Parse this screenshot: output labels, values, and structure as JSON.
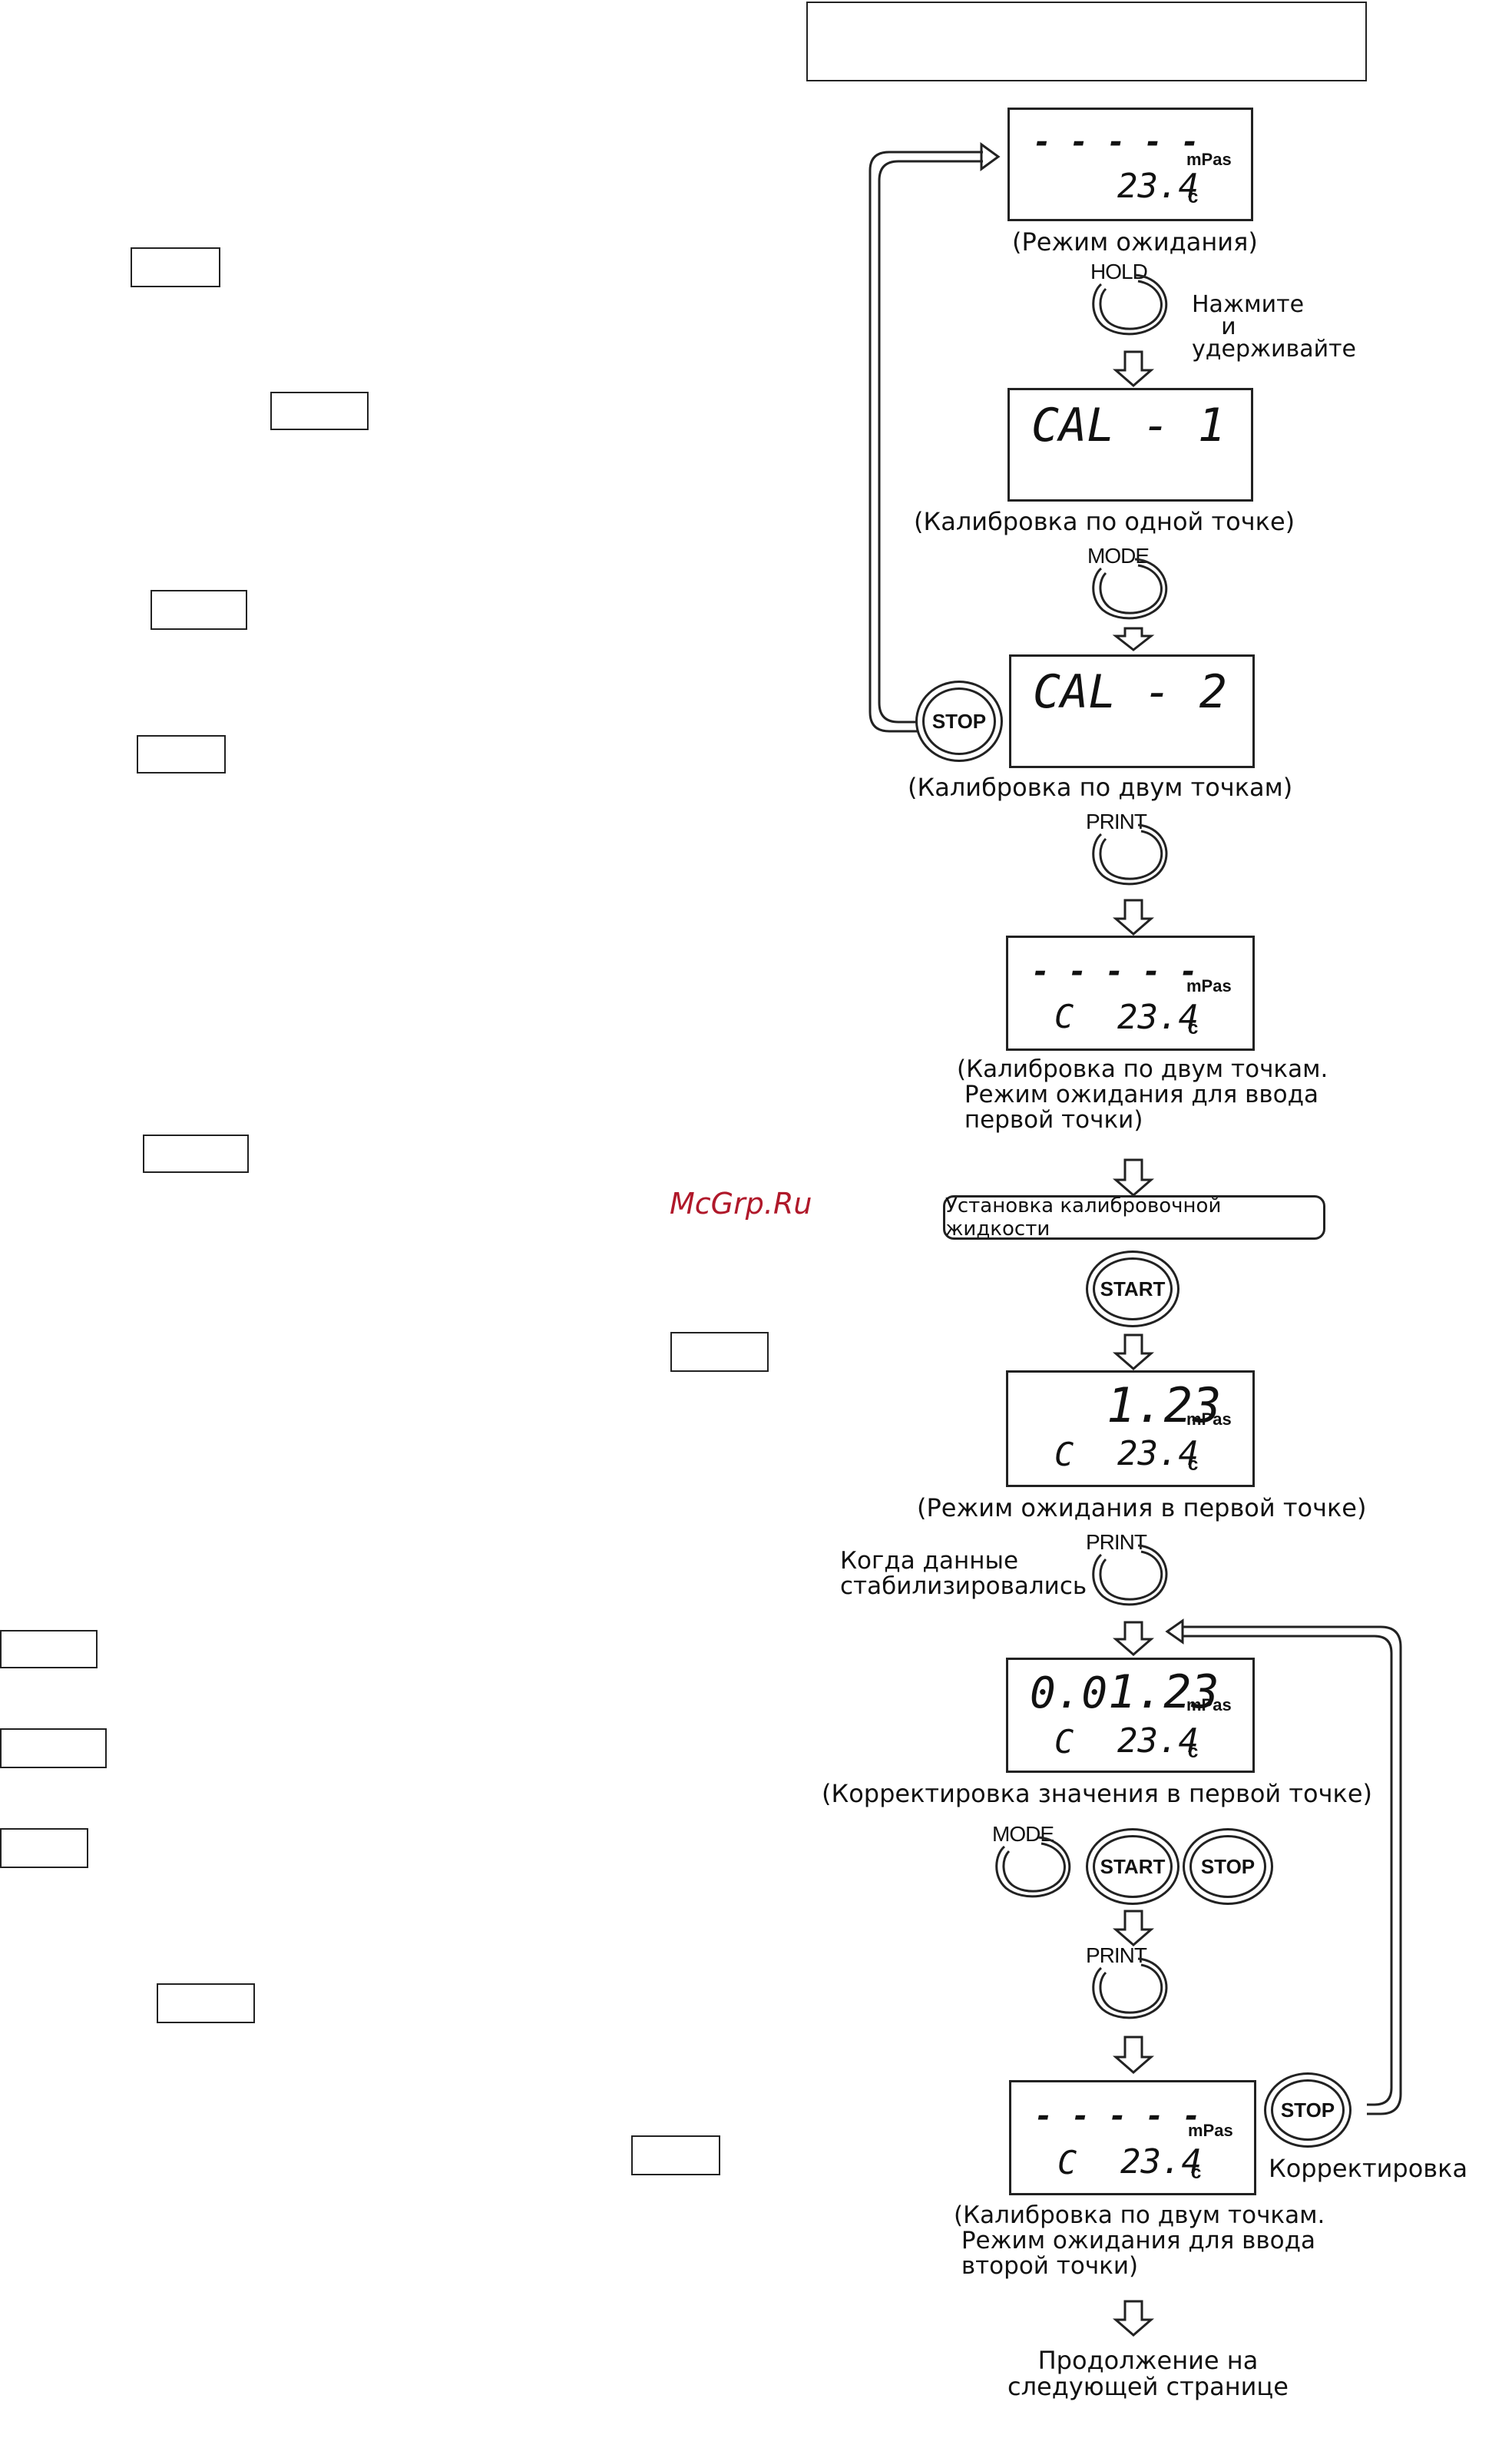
{
  "watermark": "McGrp.Ru",
  "displays": {
    "standby": {
      "dashes": "- - - - -",
      "unit": "mPas",
      "temp": "23.4",
      "deg": "c"
    },
    "cal1": {
      "text": "CAL - 1"
    },
    "cal2": {
      "text": "CAL - 2"
    },
    "first_wait": {
      "dashes": "- - - - -",
      "unit": "mPas",
      "c": "C",
      "temp": "23.4",
      "deg": "c"
    },
    "first_point": {
      "value": "1.23",
      "unit": "mPas",
      "c": "C",
      "temp": "23.4",
      "deg": "c"
    },
    "correction": {
      "small": "0.0",
      "value": "1.23",
      "unit": "mPas",
      "c": "C",
      "temp": "23.4",
      "deg": "c"
    },
    "second_wait": {
      "dashes": "- - - - -",
      "unit": "mPas",
      "c": "C",
      "temp": "23.4",
      "deg": "c"
    }
  },
  "captions": {
    "standby": "(Режим ожидания)",
    "press_hold": "Нажмите\n    и\nудерживайте",
    "one_point": "(Калибровка по одной точке)",
    "two_point": "(Калибровка по двум точкам)",
    "first_wait": "(Калибровка по двум точкам.\n Режим ожидания для ввода\n первой точки)",
    "fluid": "Установка калибровочной жидкости",
    "first_point": "(Режим ожидания в первой точке)",
    "stabilized": "Когда данные\nстабилизировались",
    "correction": "(Корректировка значения в первой точке)",
    "corr_label": "Корректировка",
    "second_wait": "(Калибровка по двум точкам.\n Режим ожидания для ввода\n второй точки)",
    "continued": "Продолжение на\nследующей странице"
  },
  "buttons": {
    "hold": "HOLD",
    "mode": "MODE",
    "print": "PRINT",
    "start": "START",
    "stop": "STOP"
  }
}
